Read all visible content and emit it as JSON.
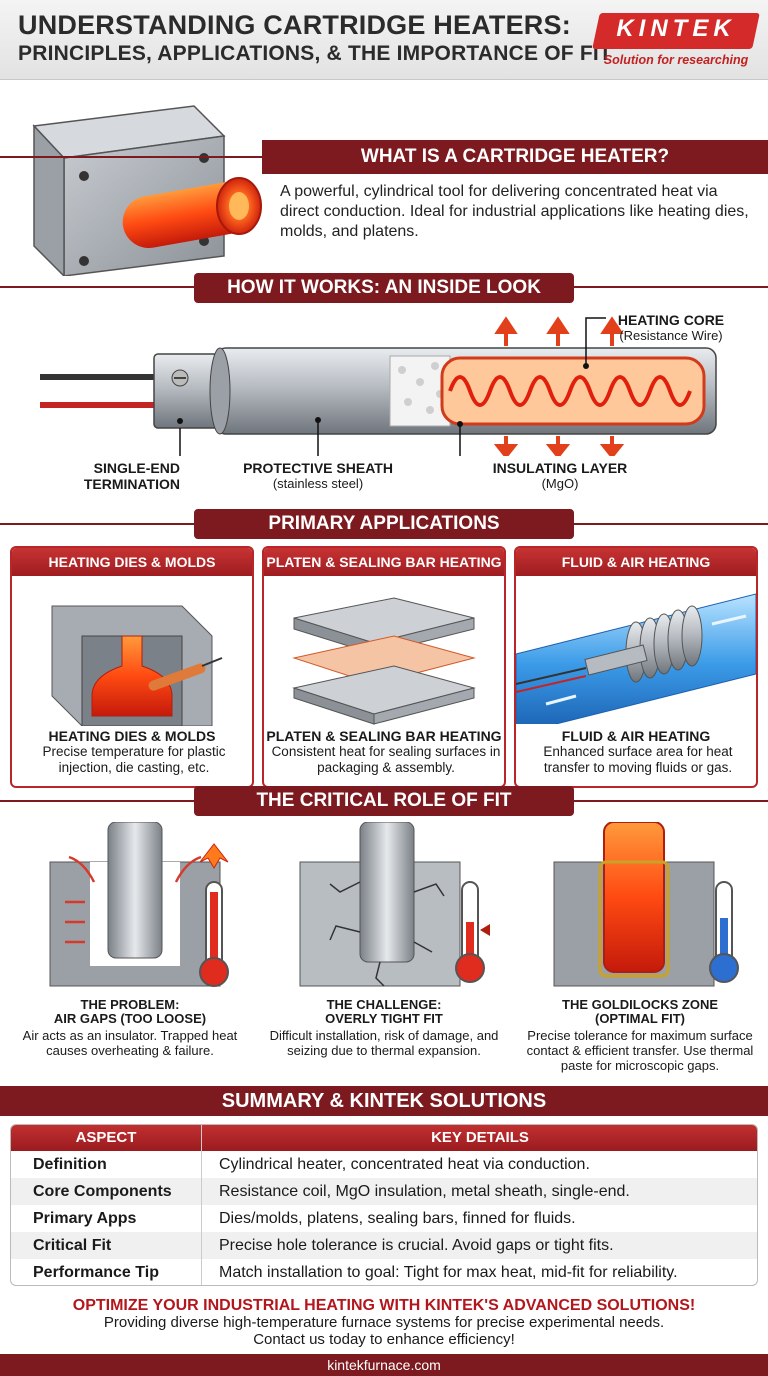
{
  "header": {
    "title_line1": "UNDERSTANDING CARTRIDGE HEATERS:",
    "title_line2": "PRINCIPLES, APPLICATIONS, & THE IMPORTANCE OF FIT",
    "logo": "KINTEK",
    "logo_tagline": "Solution for researching"
  },
  "what_is": {
    "heading": "WHAT IS A CARTRIDGE HEATER?",
    "description": "A powerful, cylindrical tool for delivering concentrated heat via direct conduction. Ideal for industrial applications like heating dies, molds, and platens."
  },
  "how_it_works": {
    "heading": "HOW IT WORKS: AN INSIDE LOOK",
    "labels": {
      "heating_core": "HEATING CORE",
      "heating_core_sub": "(Resistance Wire)",
      "termination": "SINGLE-END",
      "termination_2": "TERMINATION",
      "sheath": "PROTECTIVE SHEATH",
      "sheath_sub": "(stainless steel)",
      "insulation": "INSULATING LAYER",
      "insulation_sub": "(MgO)"
    }
  },
  "applications": {
    "heading": "PRIMARY APPLICATIONS",
    "cards": [
      {
        "header": "HEATING DIES & MOLDS",
        "title": "HEATING DIES & MOLDS",
        "desc": "Precise temperature for plastic injection, die casting, etc."
      },
      {
        "header": "PLATEN & SEALING BAR HEATING",
        "title": "PLATEN & SEALING BAR HEATING",
        "desc": "Consistent heat for sealing surfaces in packaging & assembly."
      },
      {
        "header": "FLUID & AIR HEATING",
        "title": "FLUID & AIR HEATING",
        "desc": "Enhanced surface area for heat transfer to moving fluids or gas."
      }
    ]
  },
  "fit": {
    "heading": "THE CRITICAL ROLE OF FIT",
    "panels": [
      {
        "title1": "THE PROBLEM:",
        "title2": "AIR GAPS (TOO LOOSE)",
        "desc": "Air acts as an insulator. Trapped heat causes overheating & failure."
      },
      {
        "title1": "THE CHALLENGE:",
        "title2": "OVERLY TIGHT FIT",
        "desc": "Difficult installation, risk of damage, and seizing due to thermal expansion."
      },
      {
        "title1": "THE GOLDILOCKS ZONE",
        "title2": "(OPTIMAL FIT)",
        "desc": "Precise tolerance for maximum surface contact & efficient transfer. Use thermal paste for microscopic gaps."
      }
    ]
  },
  "summary": {
    "heading": "SUMMARY & KINTEK SOLUTIONS",
    "col_aspect": "ASPECT",
    "col_details": "KEY DETAILS",
    "rows": [
      {
        "aspect": "Definition",
        "details": "Cylindrical heater, concentrated heat via conduction."
      },
      {
        "aspect": "Core Components",
        "details": "Resistance coil, MgO insulation, metal sheath, single-end."
      },
      {
        "aspect": "Primary Apps",
        "details": "Dies/molds, platens, sealing bars, finned for fluids."
      },
      {
        "aspect": "Critical Fit",
        "details": "Precise hole tolerance is crucial. Avoid gaps or tight fits."
      },
      {
        "aspect": "Performance Tip",
        "details": "Match installation to goal: Tight for max heat, mid-fit for reliability."
      }
    ]
  },
  "cta": {
    "title": "OPTIMIZE YOUR INDUSTRIAL HEATING WITH KINTEK'S ADVANCED SOLUTIONS!",
    "line1": "Providing diverse high-temperature furnace systems for precise experimental needs.",
    "line2": "Contact us today to enhance efficiency!"
  },
  "footer": {
    "url": "kintekfurnace.com"
  },
  "colors": {
    "brand_red": "#d42a2a",
    "bar_maroon": "#7c1a1f",
    "heat_orange": "#ff5a1f"
  }
}
